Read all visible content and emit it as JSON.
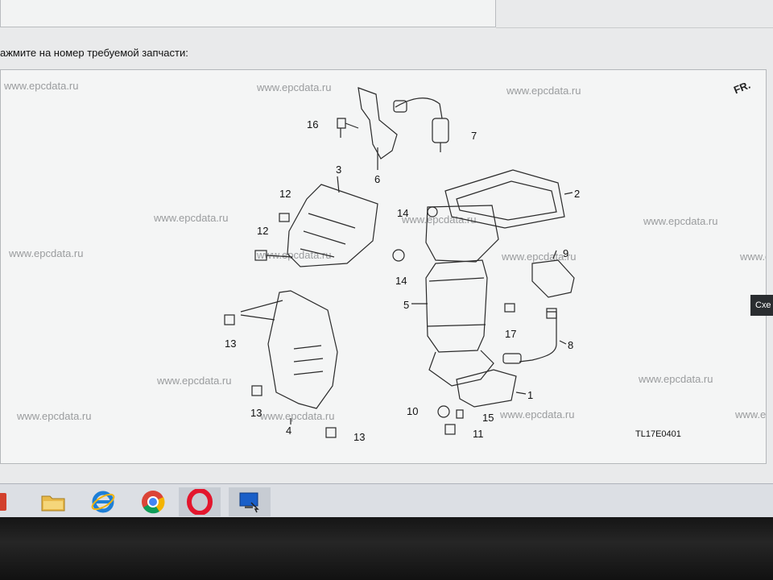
{
  "instruction": "ажмите на номер требуемой запчасти:",
  "watermark": "www.epcdata.ru",
  "watermark_partial": "www.ep",
  "stamp": "FR.",
  "diagram_code": "TL17E0401",
  "side_button": "Схе",
  "parts": {
    "p1": "1",
    "p2": "2",
    "p3": "3",
    "p4": "4",
    "p5": "5",
    "p6": "6",
    "p7": "7",
    "p8": "8",
    "p9": "9",
    "p10": "10",
    "p11": "11",
    "p12a": "12",
    "p12b": "12",
    "p13a": "13",
    "p13b": "13",
    "p13c": "13",
    "p14a": "14",
    "p14b": "14",
    "p15": "15",
    "p16": "16",
    "p17": "17"
  },
  "taskbar": {
    "items": [
      "app-icon",
      "file-explorer-icon",
      "internet-explorer-icon",
      "chrome-icon",
      "opera-icon",
      "remote-desktop-icon"
    ]
  },
  "colors": {
    "line": "#2a2a2a",
    "watermark": "#9a9c9e",
    "screen_bg": "#e9eaeb"
  }
}
